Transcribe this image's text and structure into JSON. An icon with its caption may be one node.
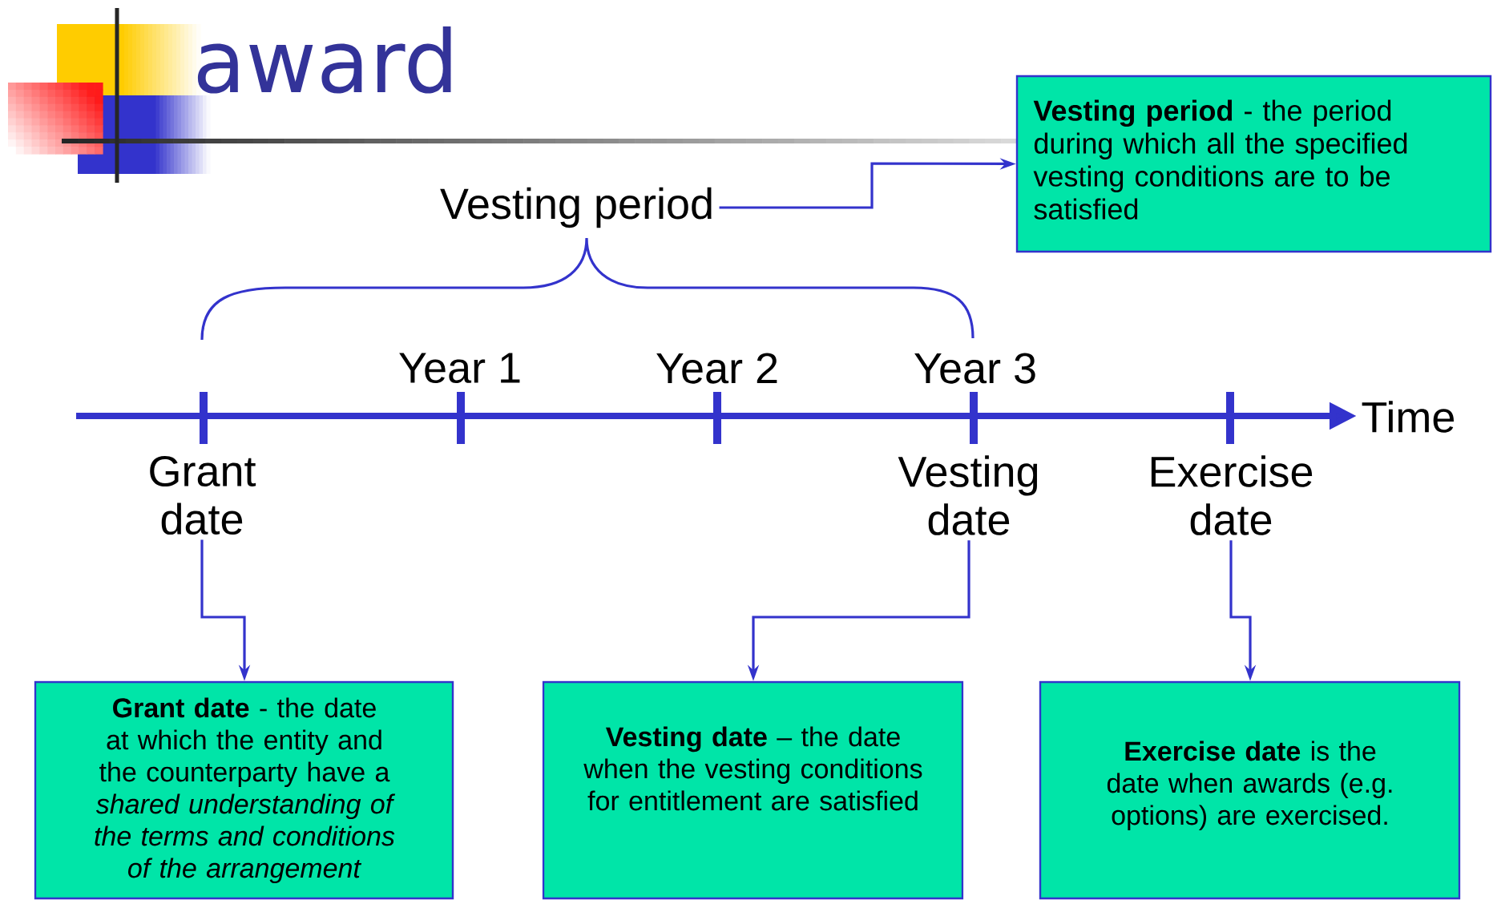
{
  "diagram": {
    "title": "award",
    "nodes": [
      {
        "text": [
          "Vesting period"
        ]
      },
      {
        "text": [
          "**Vesting period** - the period during which all the specified vesting conditions are to be satisfied"
        ]
      },
      {
        "text": [
          "Grant date"
        ]
      },
      {
        "text": [
          "Vesting date"
        ]
      },
      {
        "text": [
          "Exercise date"
        ]
      },
      {
        "text": [
          "**Grant date** - the date at which the entity and the counterparty have a *shared understanding of the terms and conditions of the arrangement*"
        ]
      },
      {
        "text": [
          "**Vesting date** – the date when the vesting conditions for entitlement are satisfied"
        ]
      },
      {
        "text": [
          "**Exercise date** is the date when awards (e.g. options) are exercised."
        ]
      }
    ],
    "edges": [
      {
        "from": 0,
        "to": 1,
        "arrow": "to"
      },
      {
        "from": 2,
        "to": 5,
        "arrow": "to"
      },
      {
        "from": 3,
        "to": 6,
        "arrow": "to"
      },
      {
        "from": 4,
        "to": 7,
        "arrow": "to"
      }
    ],
    "labels": [
      "Year 1",
      "Year 2",
      "Year 3",
      "Time"
    ]
  }
}
